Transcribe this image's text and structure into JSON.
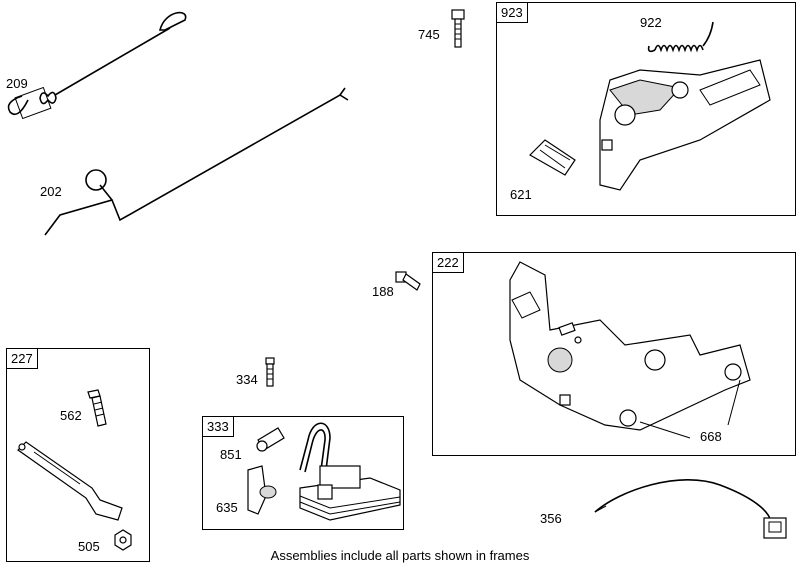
{
  "frames": {
    "f923": "923",
    "f222": "222",
    "f227": "227",
    "f333": "333"
  },
  "parts": {
    "p209": "209",
    "p202": "202",
    "p745": "745",
    "p922": "922",
    "p621": "621",
    "p188": "188",
    "p334": "334",
    "p562": "562",
    "p505": "505",
    "p851": "851",
    "p635": "635",
    "p668": "668",
    "p356": "356"
  },
  "caption": "Assemblies include all parts shown in frames"
}
